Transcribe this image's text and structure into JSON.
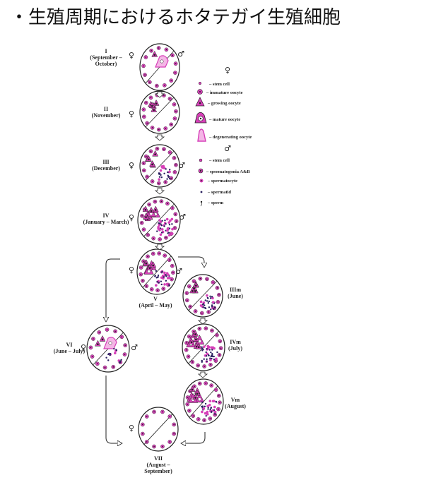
{
  "title": "・生殖周期におけるホタテガイ生殖細胞",
  "symbols": {
    "female": "♀",
    "male": "♂"
  },
  "colors": {
    "cell_pink": "#d63fb8",
    "light_pink": "#f4b6e6",
    "outline": "#222222"
  },
  "stages": [
    {
      "id": "I",
      "roman": "I",
      "line1": "(September –",
      "line2": "October)"
    },
    {
      "id": "II",
      "roman": "II",
      "line1": "(November)",
      "line2": ""
    },
    {
      "id": "III",
      "roman": "III",
      "line1": "(December)",
      "line2": ""
    },
    {
      "id": "IV",
      "roman": "IV",
      "line1": "(January – March)",
      "line2": ""
    },
    {
      "id": "V",
      "roman": "V",
      "line1": "(April – May)",
      "line2": ""
    },
    {
      "id": "IIIm",
      "roman": "IIIm",
      "line1": "(June)",
      "line2": ""
    },
    {
      "id": "VI",
      "roman": "VI",
      "line1": "(June – July)",
      "line2": ""
    },
    {
      "id": "IVm",
      "roman": "IVm",
      "line1": "(July)",
      "line2": ""
    },
    {
      "id": "Vm",
      "roman": "Vm",
      "line1": "(August)",
      "line2": ""
    },
    {
      "id": "VII",
      "roman": "VII",
      "line1": "(August –",
      "line2": "September)"
    }
  ],
  "legend": {
    "female_items": [
      "– stem cell",
      "– immature oocyte",
      "– growing oocyte",
      "– mature oocyte",
      "– degenerating oocyte"
    ],
    "male_items": [
      "– stem cell",
      "– spermatogonia A&B",
      "– spermatocyte",
      "– spermatid",
      "– sperm"
    ]
  }
}
